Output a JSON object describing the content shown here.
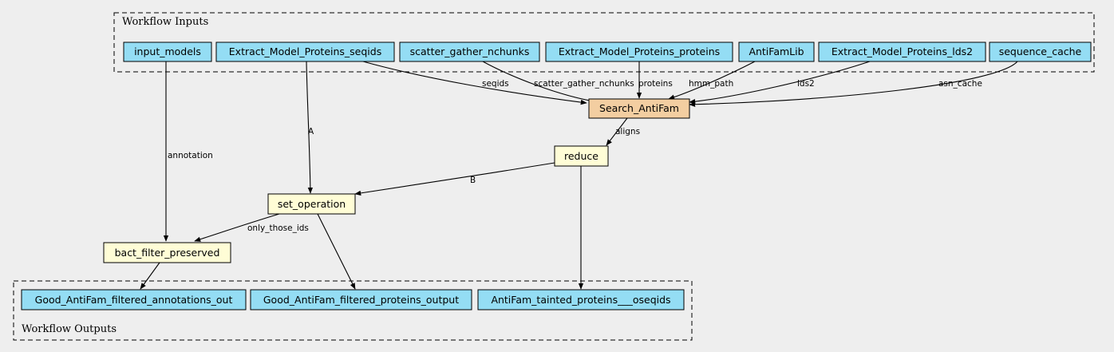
{
  "clusters": {
    "inputs": {
      "label": "Workflow Inputs"
    },
    "outputs": {
      "label": "Workflow Outputs"
    }
  },
  "colors": {
    "background": "#eeeeee",
    "io_node": "#94ddf4",
    "search_node": "#f3cea1",
    "step_node": "#fffdd6"
  },
  "nodes": {
    "input_models": "input_models",
    "extract_seqids": "Extract_Model_Proteins_seqids",
    "scatter_gather": "scatter_gather_nchunks",
    "extract_proteins": "Extract_Model_Proteins_proteins",
    "antifamlib": "AntiFamLib",
    "extract_lds2": "Extract_Model_Proteins_lds2",
    "sequence_cache": "sequence_cache",
    "search_antifam": "Search_AntiFam",
    "reduce": "reduce",
    "set_operation": "set_operation",
    "bact_filter": "bact_filter_preserved",
    "good_annotations": "Good_AntiFam_filtered_annotations_out",
    "good_proteins": "Good_AntiFam_filtered_proteins_output",
    "tainted_proteins": "AntiFam_tainted_proteins___oseqids"
  },
  "edges": {
    "seqids": "seqids",
    "scatter_gather_nchunks": "scatter_gather_nchunks",
    "proteins": "proteins",
    "hmm_path": "hmm_path",
    "lds2": "lds2",
    "asn_cache": "asn_cache",
    "aligns": "aligns",
    "annotation": "annotation",
    "A": "A",
    "B": "B",
    "only_those_ids": "only_those_ids"
  }
}
